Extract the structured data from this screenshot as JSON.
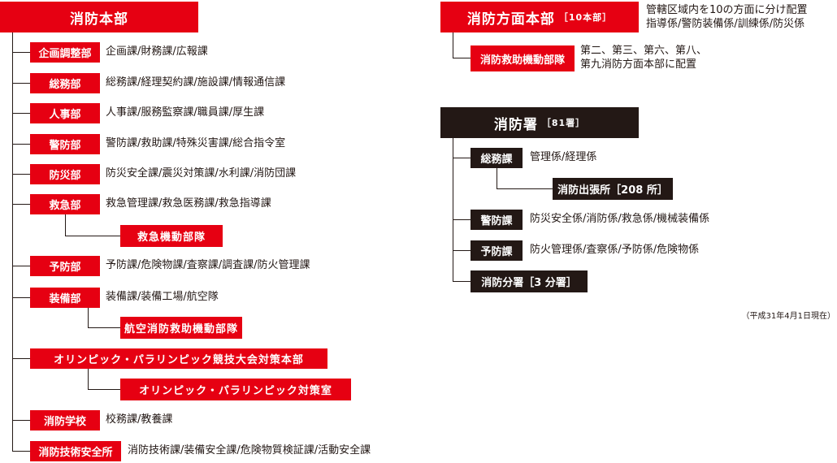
{
  "hq": {
    "title": "消防本部",
    "items": [
      {
        "label": "企画調整部",
        "desc": "企画課/財務課/広報課"
      },
      {
        "label": "総務部",
        "desc": "総務課/経理契約課/施設課/情報通信課"
      },
      {
        "label": "人事部",
        "desc": "人事課/服務監察課/職員課/厚生課"
      },
      {
        "label": "警防部",
        "desc": "警防課/救助課/特殊災害課/総合指令室"
      },
      {
        "label": "防災部",
        "desc": "防災安全課/震災対策課/水利課/消防団課"
      },
      {
        "label": "救急部",
        "desc": "救急管理課/救急医務課/救急指導課"
      },
      {
        "label": "予防部",
        "desc": "予防課/危険物課/査察課/調査課/防火管理課"
      },
      {
        "label": "装備部",
        "desc": "装備課/装備工場/航空隊"
      },
      {
        "label": "オリンピック・パラリンピック競技大会対策本部"
      },
      {
        "label": "消防学校",
        "desc": "校務課/教養課"
      },
      {
        "label": "消防技術安全所",
        "desc": "消防技術課/装備安全課/危険物質検証課/活動安全課"
      }
    ],
    "sub_ems": "救急機動部隊",
    "sub_air": "航空消防救助機動部隊",
    "sub_olympic": "オリンピック・パラリンピック対策室"
  },
  "district": {
    "title": "消防方面本部",
    "count": "［10本部］",
    "desc_line1": "管轄区域内を10の方面に分け配置",
    "desc_line2": "指導係/警防装備係/訓練係/防災係",
    "sub": {
      "label": "消防救助機動部隊",
      "desc_line1": "第二、第三、第六、第八、",
      "desc_line2": "第九消防方面本部に配置"
    }
  },
  "station": {
    "title": "消防署",
    "count": "［81署］",
    "items": [
      {
        "label": "総務課",
        "desc": "管理係/経理係"
      },
      {
        "label": "警防課",
        "desc": "防災安全係/消防係/救急係/機械装備係"
      },
      {
        "label": "予防課",
        "desc": "防火管理係/査察係/予防係/危険物係"
      }
    ],
    "branch_office": "消防出張所［208 所］",
    "branch_station": "消防分署［3 分署］"
  },
  "note": "（平成31年4月1日現在）"
}
